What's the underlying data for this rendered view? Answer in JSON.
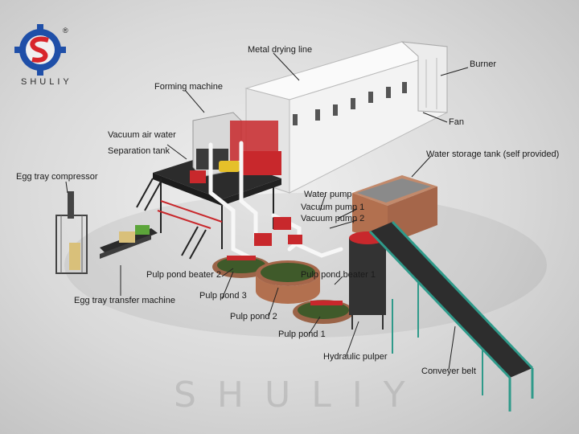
{
  "logo": {
    "brand_text": "SHULIY",
    "registered_mark": "®",
    "colors": {
      "blue": "#1f4fa8",
      "red": "#d8262b"
    }
  },
  "watermark": "SHULIY",
  "labels": {
    "metal_drying_line": "Metal drying line",
    "burner": "Burner",
    "forming_machine": "Forming machine",
    "fan": "Fan",
    "vacuum_air_water": "Vacuum air water",
    "separation_tank": "Separation tank",
    "water_storage_tank": "Water storage tank (self provided)",
    "egg_tray_compressor": "Egg tray compressor",
    "water_pump": "Water  pump",
    "vacuum_pump_1": "Vacuum pump 1",
    "vacuum_pump_2": "Vacuum pump 2",
    "pulp_pond_beater_2": "Pulp pond beater 2",
    "pulp_pond_beater_1": "Pulp pond beater 1",
    "egg_tray_transfer_machine": "Egg tray transfer machine",
    "pulp_pond_3": "Pulp pond 3",
    "pulp_pond_2": "Pulp pond 2",
    "pulp_pond_1": "Pulp pond 1",
    "hydraulic_pulper": "Hydraulic pulper",
    "conveyer_belt": "Conveyer belt"
  },
  "colors": {
    "machine_red": "#c8282c",
    "frame_dark": "#2a2a2a",
    "dryer_white": "#f2f2f2",
    "brick": "#b2704f",
    "belt_green": "#2f9a8a",
    "pulp_green": "#3f5a2a",
    "pipe_white": "#f7f7f7"
  }
}
